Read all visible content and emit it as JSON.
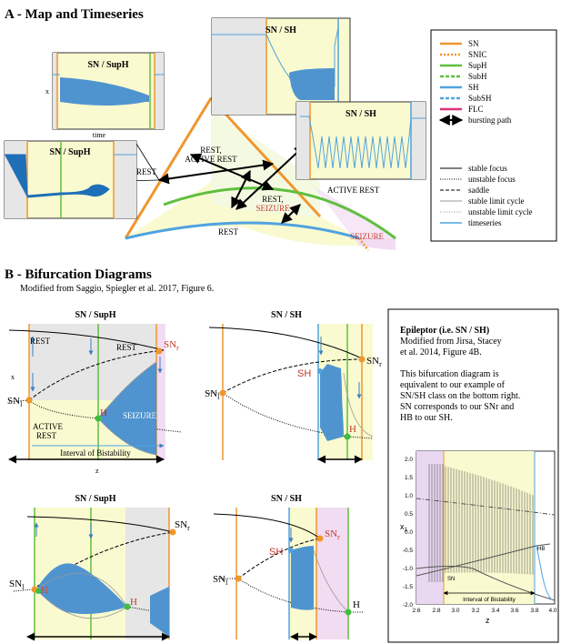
{
  "section_a": {
    "title": "A - Map and Timeseries",
    "map_labels": {
      "rest_left": "REST",
      "rest_active_rest_1": "REST,",
      "rest_active_rest_2": "ACTIVE REST",
      "rest_seizure_1": "REST,",
      "rest_seizure_2": "SEIZURE",
      "active_rest": "ACTIVE REST",
      "rest_bottom": "REST",
      "seizure": "SEIZURE"
    },
    "insets": [
      {
        "title": "SN / SupH",
        "y_label": "x",
        "x_label": "time"
      },
      {
        "title": "SN / SupH"
      },
      {
        "title": "SN / SH"
      },
      {
        "title": "SN / SH"
      }
    ]
  },
  "legend": {
    "bifurcations": [
      {
        "label": "SN",
        "color": "#f0962e",
        "dash": "solid"
      },
      {
        "label": "SNIC",
        "color": "#f0962e",
        "dash": "dotted"
      },
      {
        "label": "SupH",
        "color": "#5fbf3f",
        "dash": "solid"
      },
      {
        "label": "SubH",
        "color": "#5fbf3f",
        "dash": "dashed"
      },
      {
        "label": "SH",
        "color": "#4fa3e0",
        "dash": "solid"
      },
      {
        "label": "SubSH",
        "color": "#4fa3e0",
        "dash": "dashed"
      },
      {
        "label": "FLC",
        "color": "#e0307a",
        "dash": "solid"
      },
      {
        "label": "bursting path",
        "color": "#000000",
        "dash": "arrow"
      }
    ],
    "lines": [
      {
        "label": "stable focus",
        "style": "solid"
      },
      {
        "label": "unstable focus",
        "style": "dotted"
      },
      {
        "label": "saddle",
        "style": "dashed"
      },
      {
        "label": "stable limit cycle",
        "style": "gray"
      },
      {
        "label": "unstable limit cycle",
        "style": "graydotted"
      },
      {
        "label": "timeseries",
        "style": "blue"
      }
    ]
  },
  "section_b": {
    "title": "B - Bifurcation Diagrams",
    "subtitle": "Modified from Saggio, Spiegler et al. 2017, Figure 6.",
    "panels": [
      {
        "title": "SN / SupH",
        "rest1": "REST",
        "rest2": "REST",
        "snr": "SN",
        "snr_sub": "r",
        "snl": "SN",
        "snl_sub": "l",
        "h": "H",
        "seizure": "SEIZURE",
        "active1": "ACTIVE",
        "active2": "REST",
        "bistability": "Interval of Bistability",
        "x_label": "x",
        "z_label": "z"
      },
      {
        "title": "SN / SH",
        "sh": "SH",
        "snr": "SN",
        "snr_sub": "r",
        "snl": "SN",
        "snl_sub": "l",
        "h": "H"
      },
      {
        "title": "SN / SupH",
        "snr": "SN",
        "snr_sub": "r",
        "snl": "SN",
        "snl_sub": "l",
        "h1": "H",
        "h2": "H"
      },
      {
        "title": "SN / SH",
        "sh": "SH",
        "snr": "SN",
        "snr_sub": "r",
        "snl": "SN",
        "snl_sub": "l",
        "h": "H"
      }
    ],
    "epileptor": {
      "title": "Epileptor (i.e. SN / SH)",
      "source_1": "Modified from Jirsa, Stacey",
      "source_2": "et al. 2014, Figure 4B.",
      "desc_1": "This bifurcation diagram is",
      "desc_2": "equivalent to our example of",
      "desc_3": "SN/SH class on the bottom right.",
      "desc_4": "SN corresponds to our SNr and",
      "desc_5": "HB to our SH.",
      "y_label": "x",
      "y_label_sub": "1",
      "x_label": "z",
      "sn_label": "SN",
      "hb_label": "HB",
      "bistability": "Interval of Bistability",
      "y_ticks": [
        "2.0",
        "1.5",
        "1.0",
        "0.5",
        "0.0",
        "-0.5",
        "-1.0",
        "-1.5",
        "-2.0"
      ],
      "x_ticks": [
        "2.6",
        "2.8",
        "3.0",
        "3.2",
        "3.4",
        "3.6",
        "3.8",
        "4.0"
      ]
    }
  }
}
